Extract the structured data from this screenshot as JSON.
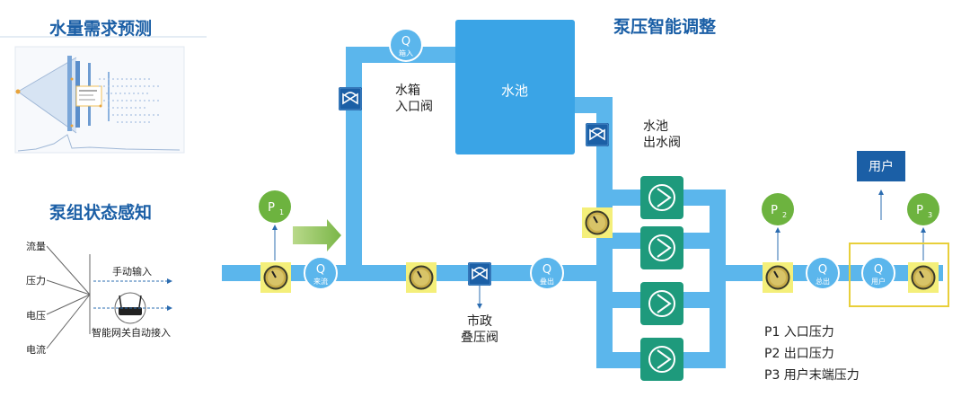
{
  "titles": {
    "demand": "水量需求预测",
    "status": "泵组状态感知",
    "adjust": "泵压智能调整"
  },
  "status_inputs": [
    "流量",
    "压力",
    "电压",
    "电流"
  ],
  "manual_input": "手动输入",
  "gateway_label": "智能网关自动接入",
  "tank": {
    "label": "水池",
    "inlet_valve": [
      "水箱",
      "入口阀"
    ],
    "outlet_valve": [
      "水池",
      "出水阀"
    ]
  },
  "municipal_valve": [
    "市政",
    "叠压阀"
  ],
  "user_box": "用户",
  "flow_meters": {
    "tank_in": {
      "q": "Q",
      "sub": "箱入"
    },
    "incoming": {
      "q": "Q",
      "sub": "来流"
    },
    "stacked": {
      "q": "Q",
      "sub": "叠出"
    },
    "total": {
      "q": "Q",
      "sub": "总出"
    },
    "user": {
      "q": "Q",
      "sub": "用户"
    }
  },
  "pressure_points": {
    "p1": {
      "main": "P",
      "sub": "1"
    },
    "p2": {
      "main": "P",
      "sub": "2"
    },
    "p3": {
      "main": "P",
      "sub": "3"
    }
  },
  "legend": [
    "P1 入口压力",
    "P2 出口压力",
    "P3 用户末端压力"
  ],
  "colors": {
    "pipe": "#5bb6ec",
    "tank": "#3aa4e6",
    "pump": "#1e9a7c",
    "pressure": "#6db33f",
    "valve": "#1b5fa6",
    "gauge_bg": "#f4ef7a",
    "title": "#1b5fa6"
  }
}
